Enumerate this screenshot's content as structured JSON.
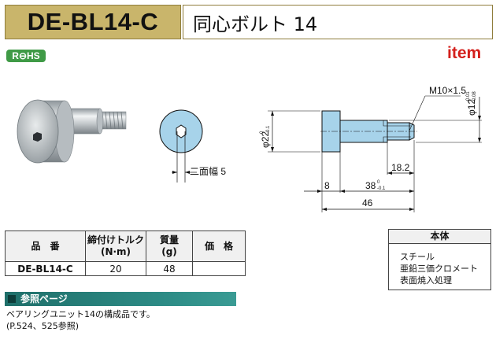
{
  "header": {
    "product_code": "DE-BL14-C",
    "product_name": "同心ボルト 14"
  },
  "badges": {
    "rohs": "R⊖HS",
    "brand": "item"
  },
  "drawing": {
    "thread_callout": "M10×1.5",
    "dia12": "φ12",
    "dia12_tol_upper": "-0.01",
    "dia12_tol_lower": "-0.08",
    "dia22": "φ22",
    "dia22_tol_upper": "0",
    "dia22_tol_lower": "-0.1",
    "width_across_flats": "二面幅 5",
    "dim_thread_len": "18.2",
    "dim_head": "8",
    "dim_shank": "38",
    "dim_shank_tol_upper": "0",
    "dim_shank_tol_lower": "-0.1",
    "dim_total": "46"
  },
  "spec_table": {
    "headers": {
      "part_no": "品　番",
      "torque": "締付けトルク",
      "torque_unit": "(N·m)",
      "mass": "質量",
      "mass_unit": "(g)",
      "price": "価　格"
    },
    "row": {
      "part_no": "DE-BL14-C",
      "torque": "20",
      "mass": "48",
      "price": ""
    }
  },
  "material": {
    "title": "本体",
    "items": [
      "スチール",
      "亜鉛三価クロメート",
      "表面焼入処理"
    ]
  },
  "reference": {
    "title": "参照ページ",
    "line1": "ベアリングユニット14の構成品です。",
    "line2": "(P.524、525参照)"
  },
  "colors": {
    "header_bg": "#c9b56b",
    "rohs": "#3f9a46",
    "brand": "#d4201c",
    "ref_bar": "#2d8c86",
    "part_fill": "#a7d3ea"
  }
}
